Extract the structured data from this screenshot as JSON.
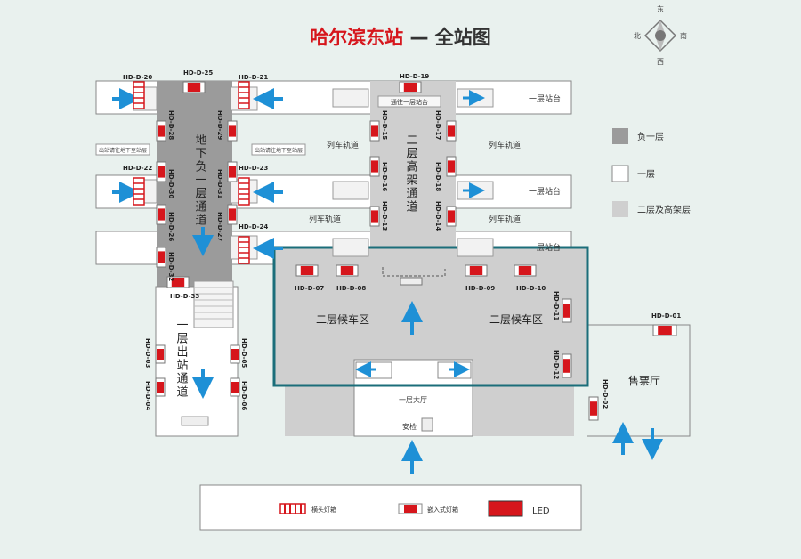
{
  "title": {
    "station": "哈尔滨东站",
    "suffix": "— 全站图"
  },
  "compass": {
    "north": "北",
    "south": "南",
    "east": "东",
    "west": "西"
  },
  "corridors": {
    "underground": "地下负一层通道",
    "elevated": "二层高架通道",
    "exit": "一层出站通道",
    "through_top": "通往一层站台"
  },
  "platforms": {
    "p1": "一层站台",
    "p2": "一层站台",
    "p3": "一层站台"
  },
  "tracks": {
    "t1": "列车轨道",
    "t2": "列车轨道"
  },
  "waiting": {
    "left": "二层候车区",
    "right": "二层候车区"
  },
  "halls": {
    "ticket": "售票厅",
    "lobby": "一层大厅",
    "security": "安检"
  },
  "notes": {
    "left": "出站请往地下至站层",
    "right": "出站请往地下至站层"
  },
  "legend_side": [
    {
      "label": "负一层",
      "color": "#9b9b9b"
    },
    {
      "label": "一层",
      "color": "#ffffff"
    },
    {
      "label": "二层及高架层",
      "color": "#cfcfcf"
    }
  ],
  "legend_bottom": {
    "box1": "横头灯箱",
    "box2": "嵌入式灯箱",
    "box3": "LED"
  },
  "ads": {
    "d01": "HD-D-01",
    "d02": "HD-D-02",
    "d03": "HD-D-03",
    "d04": "HD-D-04",
    "d05": "HD-D-05",
    "d06": "HD-D-06",
    "d07": "HD-D-07",
    "d08": "HD-D-08",
    "d09": "HD-D-09",
    "d10": "HD-D-10",
    "d11": "HD-D-11",
    "d12": "HD-D-12",
    "d13": "HD-D-13",
    "d14": "HD-D-14",
    "d15": "HD-D-15",
    "d16": "HD-D-16",
    "d17": "HD-D-17",
    "d18": "HD-D-18",
    "d19": "HD-D-19",
    "d20": "HD-D-20",
    "d21": "HD-D-21",
    "d22": "HD-D-22",
    "d23": "HD-D-23",
    "d24": "HD-D-24",
    "d25": "HD-D-25",
    "d26": "HD-D-26",
    "d27": "HD-D-27",
    "d28": "HD-D-28",
    "d29": "HD-D-29",
    "d30": "HD-D-30",
    "d31": "HD-D-31",
    "d32": "HD-D-32",
    "d33": "HD-D-33"
  },
  "colors": {
    "red": "#d6161c",
    "highlight": "#1b6e7a",
    "arrow": "#1e90d6",
    "dark": "#9b9b9b",
    "light": "#cfcfcf"
  }
}
